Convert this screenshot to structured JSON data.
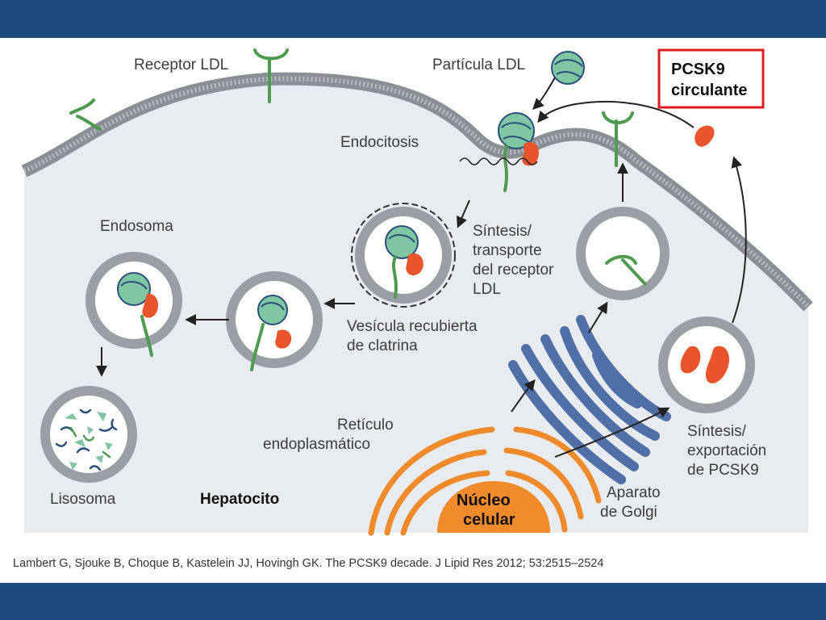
{
  "colors": {
    "band": "#1e4a7e",
    "cell": "#e8ebef",
    "membrane": "#8a8f96",
    "ldl_particle": "#7fc7a4",
    "receptor": "#4e9a4e",
    "pcsk9": "#e8552c",
    "golgi": "#4f6fa6",
    "er": "#f08a2a",
    "nucleus": "#f08a2a",
    "highlight_box": "#e01b1b"
  },
  "labels": {
    "receptor_ldl": "Receptor LDL",
    "particula_ldl": "Partícula LDL",
    "pcsk9_circulante": [
      "PCSK9",
      "circulante"
    ],
    "endocitosis": "Endocitosis",
    "endosoma": "Endosoma",
    "sintesis_receptor": [
      "Síntesis/",
      "transporte",
      "del receptor",
      "LDL"
    ],
    "vesicula": [
      "Vesícula recubierta",
      "de clatrina"
    ],
    "reticulo": [
      "Retículo",
      "endoplasmático"
    ],
    "lisosoma": "Lisosoma",
    "hepatocito": "Hepatocito",
    "nucleo": [
      "Núcleo",
      "celular"
    ],
    "aparato_golgi": [
      "Aparato",
      "de Golgi"
    ],
    "sintesis_pcsk9": [
      "Síntesis/",
      "exportación",
      "de PCSK9"
    ]
  },
  "icons": {
    "ldl_particle": "ldl-particle-icon",
    "receptor": "ldl-receptor-icon",
    "pcsk9": "pcsk9-icon",
    "vesicle": "vesicle-icon",
    "lysosome": "lysosome-icon",
    "golgi": "golgi-icon",
    "nucleus": "nucleus-icon"
  },
  "citation": "Lambert G, Sjouke B, Choque B, Kastelein JJ, Hovingh GK. The PCSK9  decade. J Lipid Res 2012;  53:2515–2524"
}
